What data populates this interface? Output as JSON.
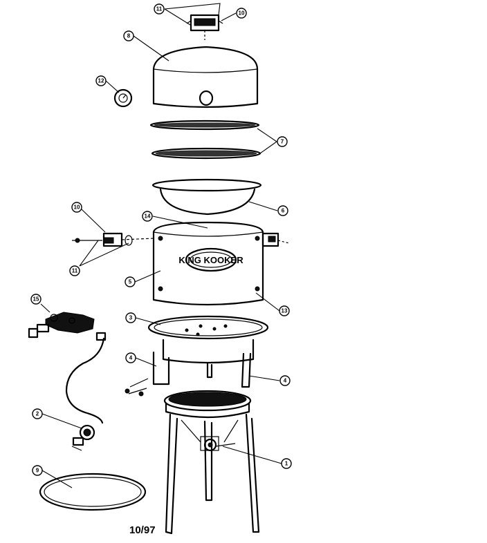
{
  "diagram": {
    "date_code": "10/97",
    "brand_logo_text": "KING KOOKER",
    "callouts": [
      {
        "id": "c-11-top",
        "label": "11"
      },
      {
        "id": "c-10-top",
        "label": "10"
      },
      {
        "id": "c-8-top",
        "label": "8"
      },
      {
        "id": "c-12",
        "label": "12"
      },
      {
        "id": "c-7",
        "label": "7"
      },
      {
        "id": "c-6",
        "label": "6"
      },
      {
        "id": "c-14",
        "label": "14"
      },
      {
        "id": "c-10-side",
        "label": "10"
      },
      {
        "id": "c-11-side",
        "label": "11"
      },
      {
        "id": "c-5",
        "label": "5"
      },
      {
        "id": "c-13",
        "label": "13"
      },
      {
        "id": "c-15",
        "label": "15"
      },
      {
        "id": "c-3",
        "label": "3"
      },
      {
        "id": "c-4-left",
        "label": "4"
      },
      {
        "id": "c-4-right",
        "label": "4"
      },
      {
        "id": "c-2",
        "label": "2"
      },
      {
        "id": "c-1",
        "label": "1"
      },
      {
        "id": "c-9",
        "label": "9"
      }
    ]
  }
}
